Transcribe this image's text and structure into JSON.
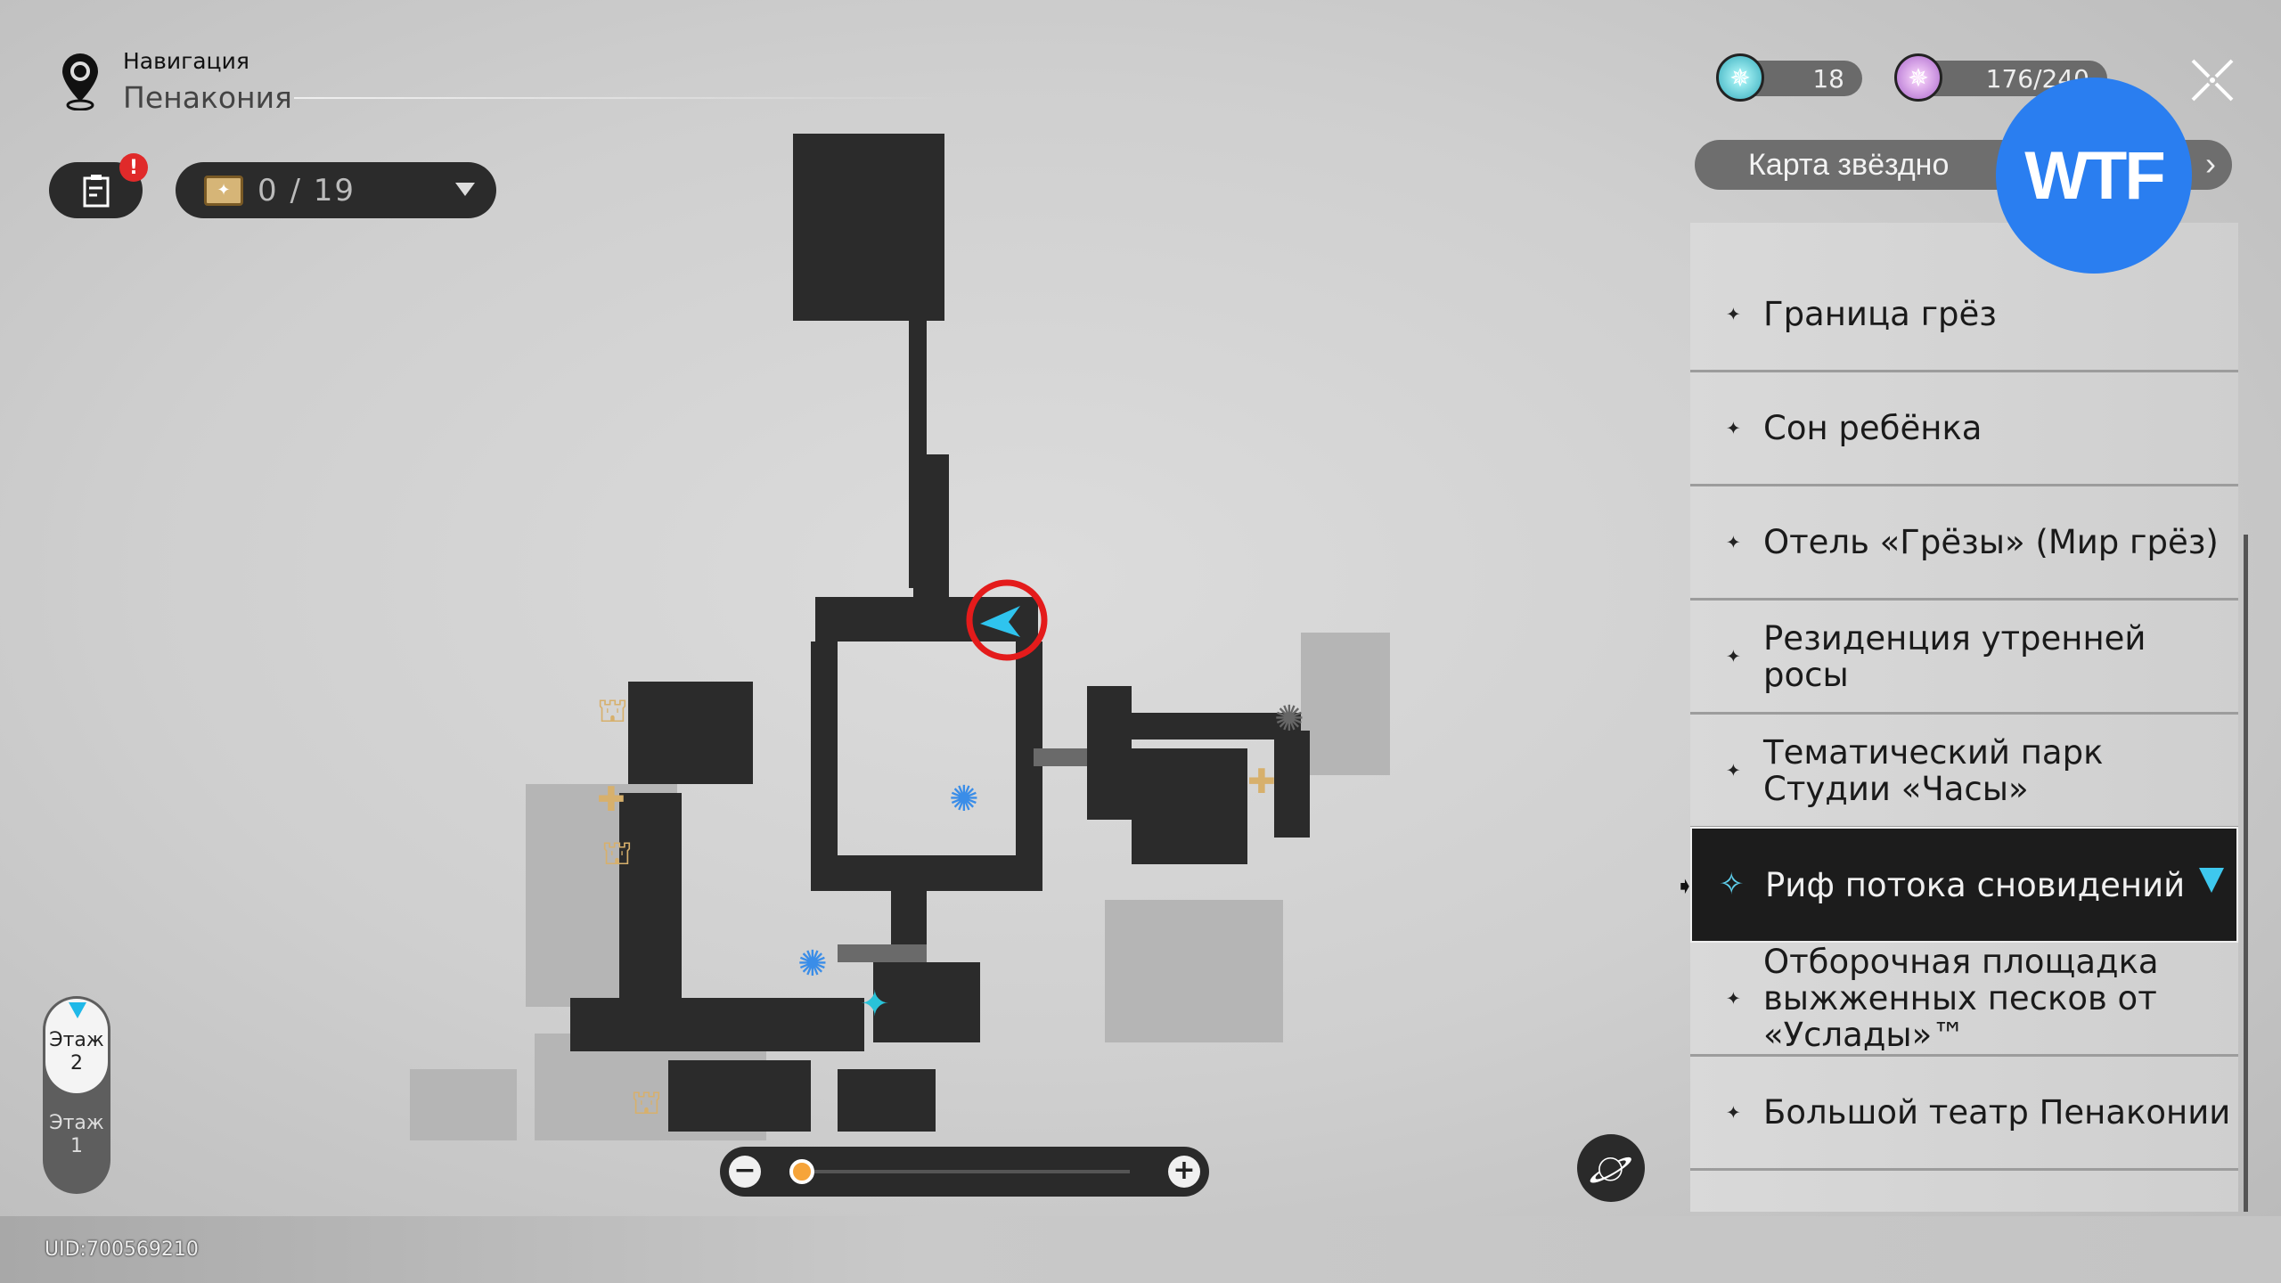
{
  "header": {
    "nav_label": "Навигация",
    "region": "Пенакония"
  },
  "toolbar": {
    "log_badge": "!",
    "chest_count": "0 / 19"
  },
  "currencies": [
    {
      "name": "trailblaze-fuel",
      "value": "18"
    },
    {
      "name": "trailblaze-power",
      "value": "176/240"
    }
  ],
  "star_map_button": "Карта звёздно",
  "overlay_logo": "WTF",
  "locations": [
    {
      "label": "Граница грёз",
      "selected": false
    },
    {
      "label": "Сон ребёнка",
      "selected": false
    },
    {
      "label": "Отель «Грёзы» (Мир грёз)",
      "selected": false
    },
    {
      "label": "Резиденция утренней росы",
      "selected": false
    },
    {
      "label": "Тематический парк Студии «Часы»",
      "selected": false
    },
    {
      "label": "Риф потока сновидений",
      "selected": true
    },
    {
      "label": "Отборочная площадка выжженных песков от «Услады»™",
      "selected": false
    },
    {
      "label": "Большой театр Пенаконии",
      "selected": false
    }
  ],
  "floors": {
    "current": "Этаж 2",
    "current_label": "Этаж",
    "current_num": "2",
    "other_label": "Этаж",
    "other_num": "1"
  },
  "zoom": {
    "minus": "−",
    "plus": "+",
    "level": 0.05
  },
  "uid": "UID:700569210",
  "colors": {
    "accent": "#1fb8e8",
    "badge": "#e02a2a",
    "overlay": "#2a7ef0",
    "knob": "#f6a43a"
  }
}
